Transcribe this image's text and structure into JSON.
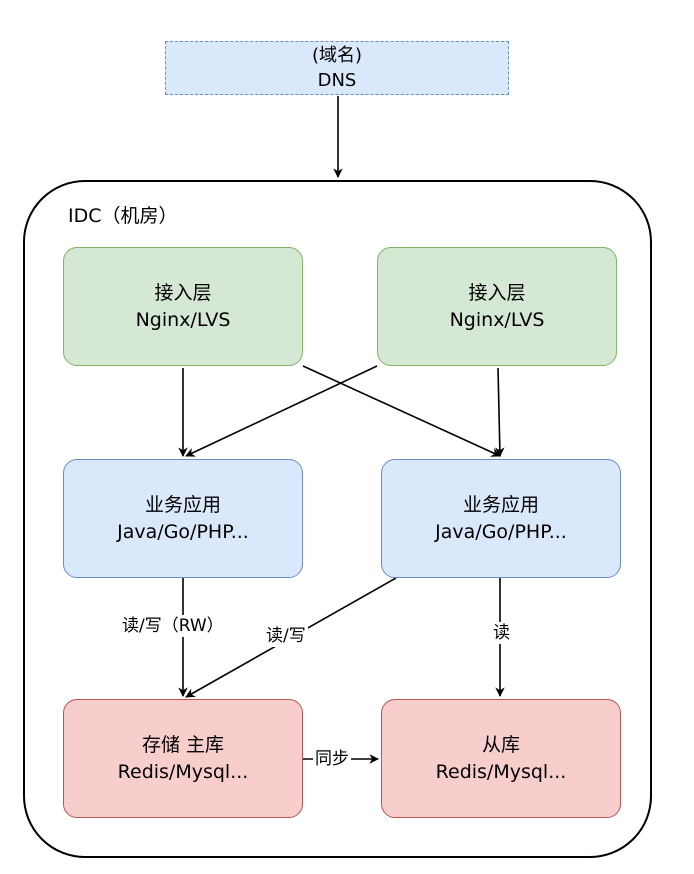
{
  "dns": {
    "line1": "(域名)",
    "line2": "DNS"
  },
  "idc": {
    "title": "IDC（机房）"
  },
  "access_left": {
    "line1": "接入层",
    "line2": "Nginx/LVS"
  },
  "access_right": {
    "line1": "接入层",
    "line2": "Nginx/LVS"
  },
  "app_left": {
    "line1": "业务应用",
    "line2": "Java/Go/PHP..."
  },
  "app_right": {
    "line1": "业务应用",
    "line2": "Java/Go/PHP..."
  },
  "master": {
    "line1": "存储 主库",
    "line2": "Redis/Mysql..."
  },
  "slave": {
    "line1": "从库",
    "line2": "Redis/Mysql..."
  },
  "edge_labels": {
    "rw_left": "读/写（RW）",
    "rw_cross": "读/写",
    "read": "读",
    "sync": "同步"
  }
}
